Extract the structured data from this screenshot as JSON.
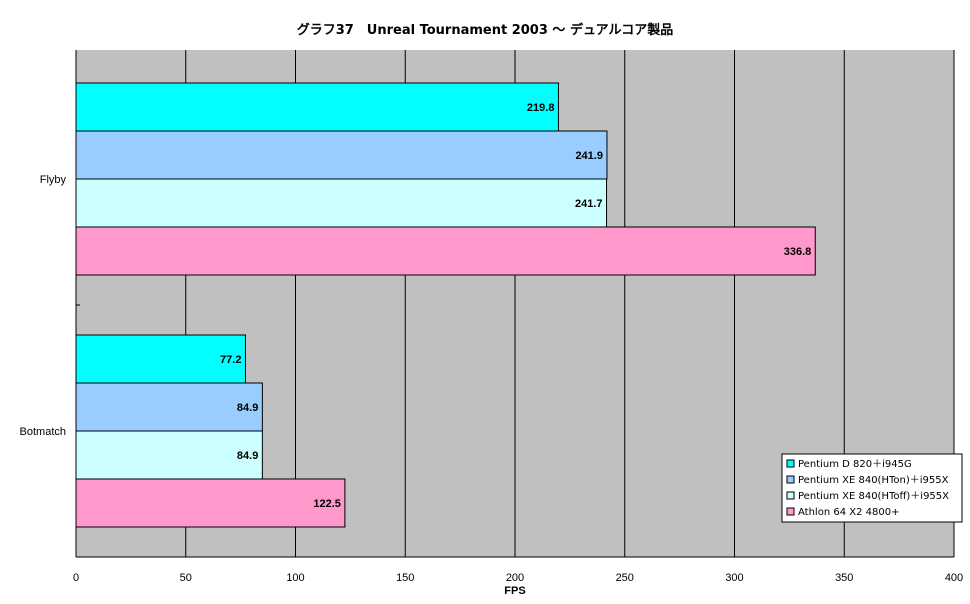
{
  "chart_data": {
    "type": "bar",
    "orientation": "horizontal",
    "title": "グラフ37　Unreal Tournament 2003 ～ デュアルコア製品",
    "xlabel": "FPS",
    "ylabel": "",
    "xlim": [
      0,
      400
    ],
    "x_ticks": [
      "0",
      "50",
      "100",
      "150",
      "200",
      "250",
      "300",
      "350",
      "400"
    ],
    "grid": true,
    "legend_position": "right",
    "categories": [
      "Flyby",
      "Botmatch"
    ],
    "series": [
      {
        "name": "Pentium D 820＋i945G",
        "color": "#00ffff",
        "values": [
          219.8,
          77.2
        ],
        "labels": [
          "219.8",
          "77.2"
        ]
      },
      {
        "name": "Pentium XE 840(HTon)＋i955X",
        "color": "#99ccff",
        "values": [
          241.9,
          84.9
        ],
        "labels": [
          "241.9",
          "84.9"
        ]
      },
      {
        "name": "Pentium XE 840(HToff)＋i955X",
        "color": "#ccffff",
        "values": [
          241.7,
          84.9
        ],
        "labels": [
          "241.7",
          "84.9"
        ]
      },
      {
        "name": "Athlon 64 X2 4800+",
        "color": "#ff99cc",
        "values": [
          336.8,
          122.5
        ],
        "labels": [
          "336.8",
          "122.5"
        ]
      }
    ],
    "plot_background": "#c0c0c0"
  }
}
